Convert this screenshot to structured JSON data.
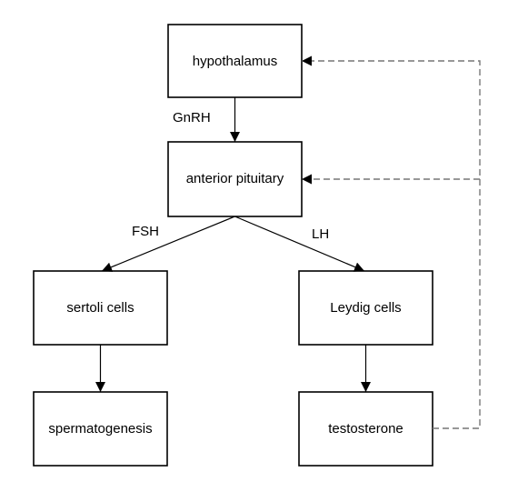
{
  "nodes": {
    "hypothalamus": "hypothalamus",
    "anterior_pituitary": "anterior pituitary",
    "sertoli_cells": "sertoli cells",
    "leydig_cells": "Leydig cells",
    "spermatogenesis": "spermatogenesis",
    "testosterone": "testosterone"
  },
  "edge_labels": {
    "gnrh": "GnRH",
    "fsh": "FSH",
    "lh": "LH"
  },
  "colors": {
    "box_stroke": "#000000",
    "solid_arrow": "#000000",
    "feedback_dashed": "#777777"
  }
}
